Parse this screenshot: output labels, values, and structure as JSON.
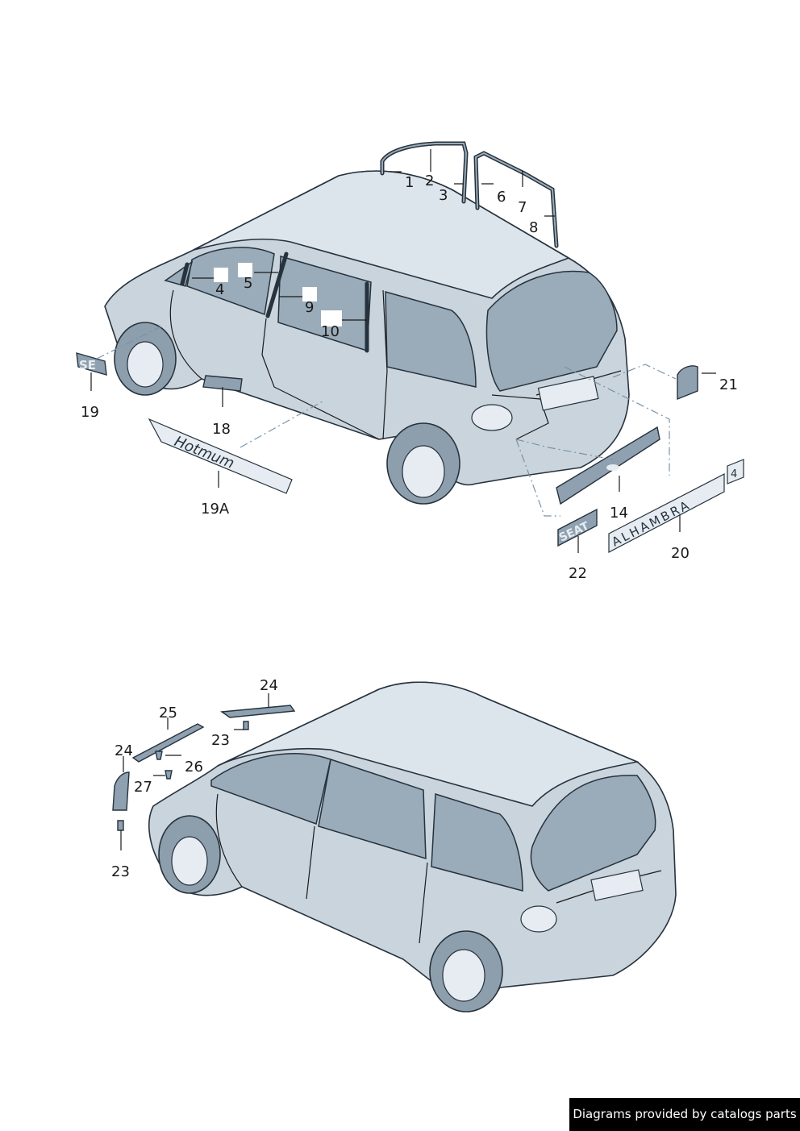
{
  "diagram": {
    "top_callouts": [
      "1",
      "2",
      "3",
      "6",
      "7",
      "8",
      "4",
      "5",
      "9",
      "10",
      "19",
      "18",
      "19A",
      "21",
      "14",
      "20",
      "22"
    ],
    "bottom_callouts": [
      "24",
      "25",
      "23",
      "26",
      "27",
      "24",
      "23"
    ],
    "badges": {
      "script_badge": "Hotmum",
      "model_badge": "ALHAMBRA",
      "model_badge_suffix": "4",
      "brand_badge": "SEAT",
      "side_badge": "SE"
    }
  },
  "footer": {
    "text": "Diagrams provided by catalogs parts"
  }
}
